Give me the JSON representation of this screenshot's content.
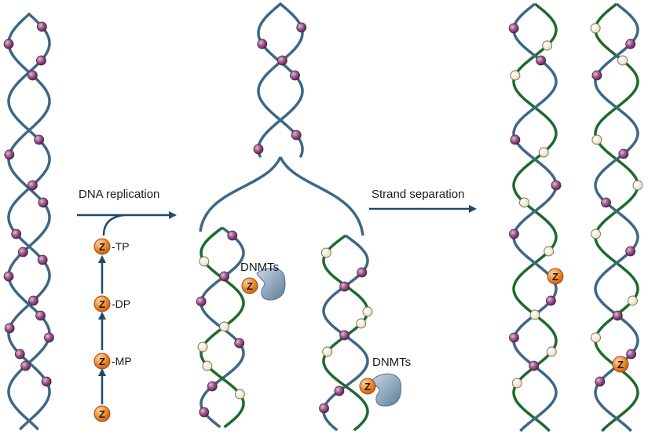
{
  "labels": {
    "dna_replication": "DNA replication",
    "strand_separation": "Strand separation",
    "dnmts_top": "DNMTs",
    "dnmts_bottom": "DNMTs"
  },
  "pathway": {
    "z_symbol": "Z",
    "steps": [
      "-TP",
      "-DP",
      "-MP"
    ]
  },
  "colors": {
    "parental_strand": "#3e6787",
    "new_strand": "#1d6b2b",
    "methyl_dot": "#8e4a7c",
    "open_dot": "#f3ecd8",
    "z_fill": "#f08a2c",
    "enzyme": "#7f9bb4",
    "arrow": "#1e4a6a"
  },
  "icons": [
    "methyl-group-icon",
    "unmethylated-site-icon",
    "zebularine-icon",
    "dnmt-enzyme-icon",
    "arrow-icon"
  ]
}
